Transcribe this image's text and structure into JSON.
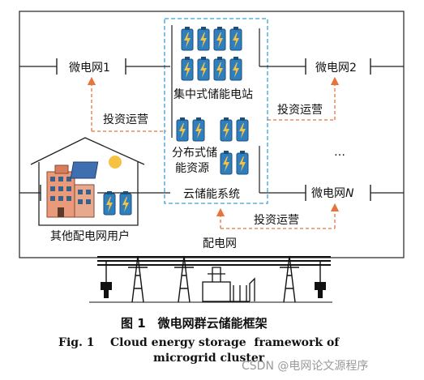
{
  "diagram": {
    "microgrids": {
      "mg1": "微电网1",
      "mg2": "微电网2",
      "mgN_prefix": "微电网",
      "mgN_suffix": "N"
    },
    "central_station": "集中式储能电站",
    "distributed_line1": "分布式储",
    "distributed_line2": "能资源",
    "cloud_system": "云储能系统",
    "invest_operate": "投资运营",
    "other_users": "其他配电网用户",
    "grid": "配电网",
    "ellipsis": "…"
  },
  "caption": {
    "cn": "图 1　微电网群云储能框架",
    "en_line1": "Fig. 1    Cloud energy storage  framework of",
    "en_line2": "microgrid cluster"
  },
  "watermark": "CSDN @电网论文源程序",
  "colors": {
    "dashed_box": "#3aa0d8",
    "arrow": "#e8743b",
    "battery": "#2f7fbf",
    "bolt": "#f5c242",
    "building": "#e89a7a"
  }
}
